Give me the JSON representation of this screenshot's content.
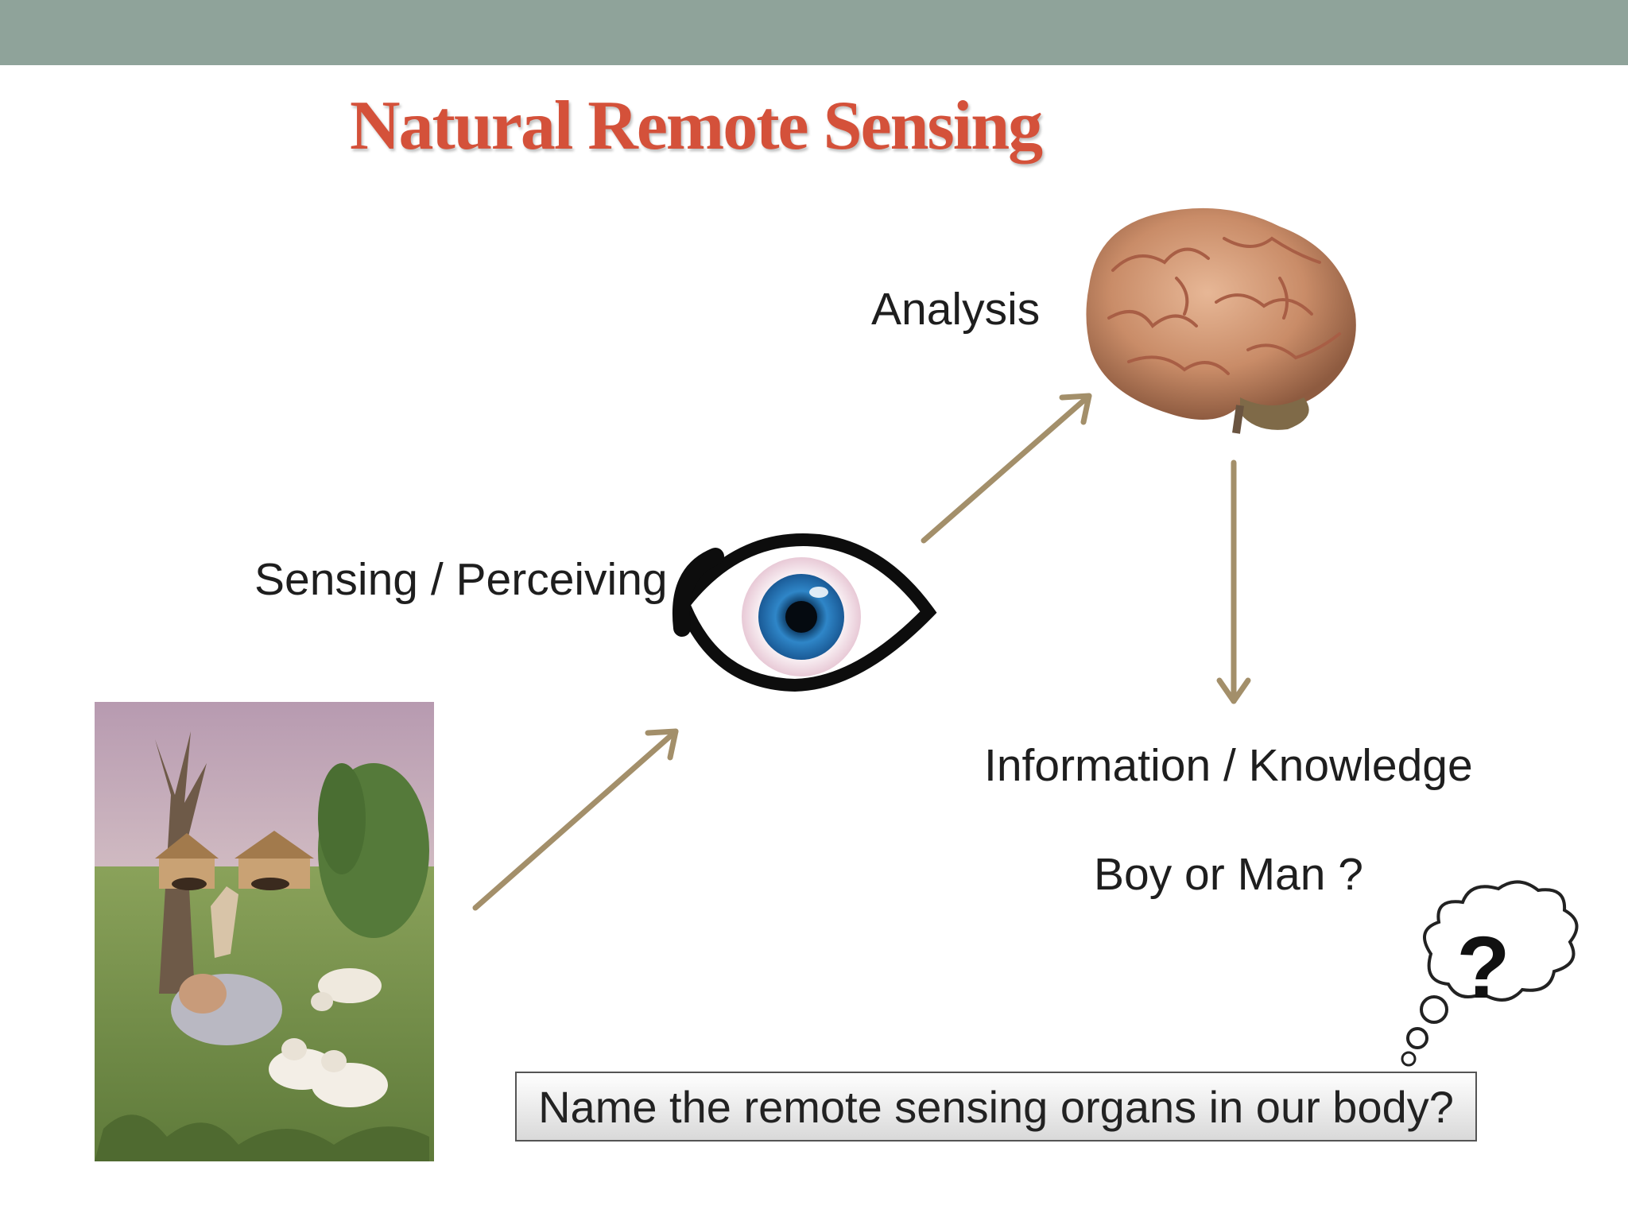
{
  "slide": {
    "title": "Natural Remote Sensing",
    "labels": {
      "analysis": "Analysis",
      "sensing": "Sensing / Perceiving",
      "information": "Information / Knowledge",
      "boy_or_man": "Boy or Man ?"
    },
    "question": "Name the remote sensing organs in our body?",
    "thought_symbol": "?"
  },
  "colors": {
    "header_bar": "#8fa39a",
    "title": "#d4513a",
    "arrow": "#a38f6a",
    "iris": "#2f86c8"
  },
  "icons": [
    "painting-image",
    "eye-icon",
    "brain-icon",
    "thought-bubble-icon",
    "arrow-icon"
  ]
}
